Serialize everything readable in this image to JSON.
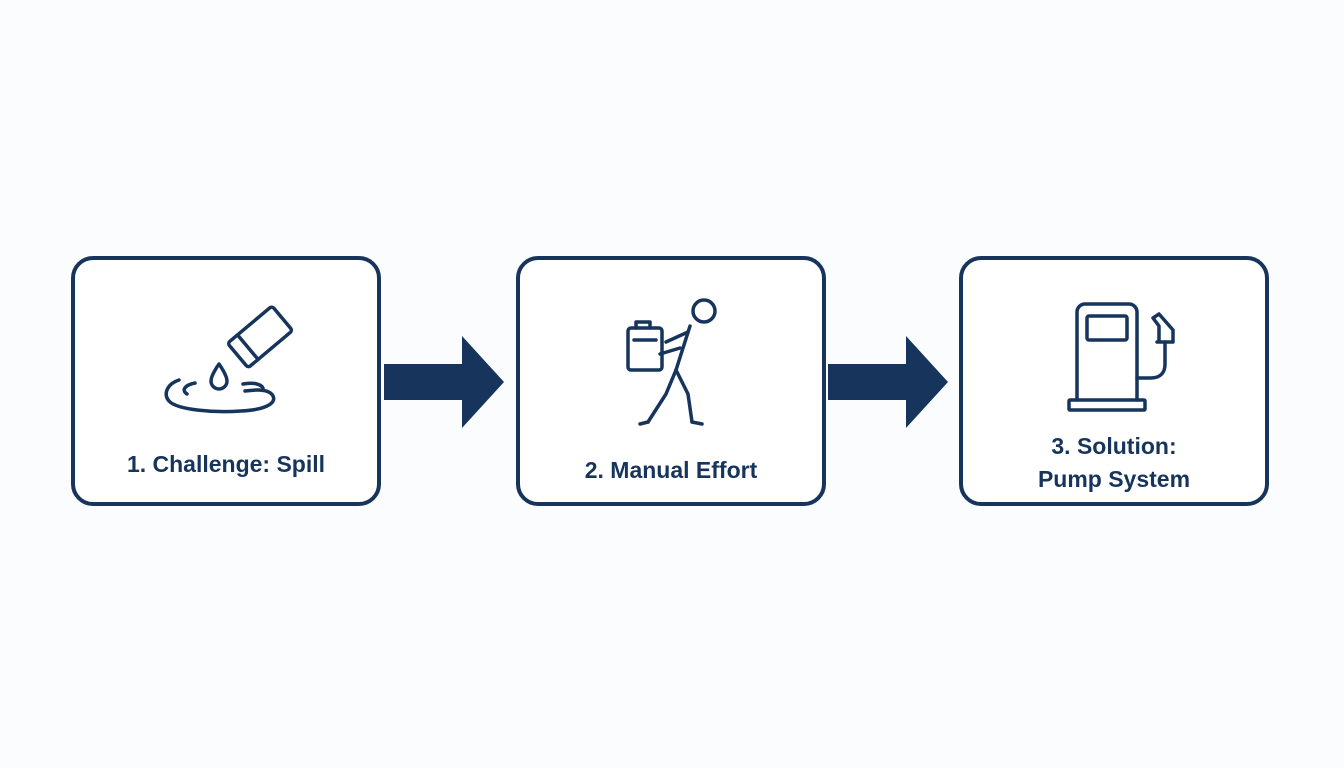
{
  "colors": {
    "stroke": "#17355c",
    "background": "#fbfcfd",
    "box_fill": "#ffffff"
  },
  "steps": [
    {
      "label": "1. Challenge: Spill",
      "icon": "spill-icon"
    },
    {
      "label": "2. Manual Effort",
      "icon": "person-carrying-icon"
    },
    {
      "label": "3. Solution:\nPump System",
      "icon": "fuel-pump-icon"
    }
  ],
  "connectors": [
    {
      "from": 1,
      "to": 2,
      "icon": "right-arrow-icon"
    },
    {
      "from": 2,
      "to": 3,
      "icon": "right-arrow-icon"
    }
  ]
}
